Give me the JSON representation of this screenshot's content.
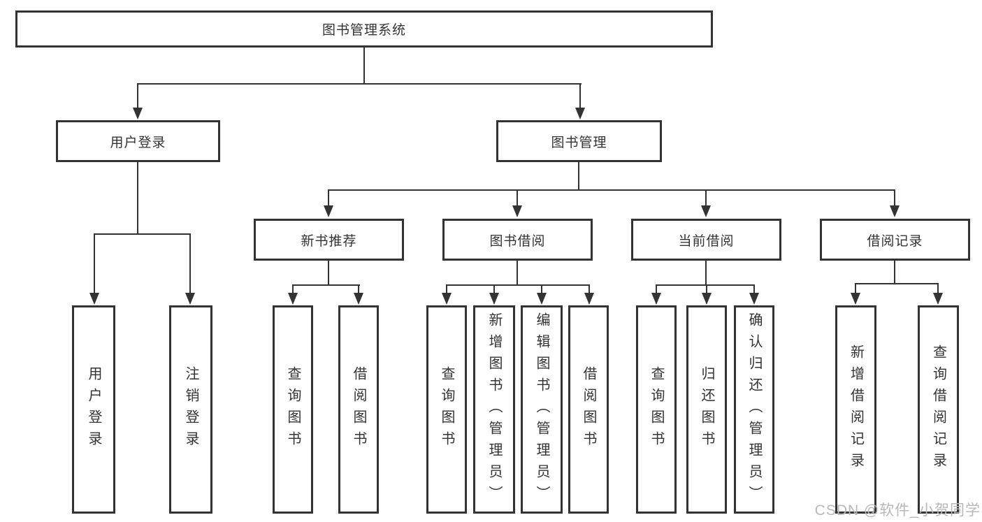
{
  "diagram": {
    "title": "图书管理系统",
    "root": "图书管理系统",
    "level2": [
      "用户登录",
      "图书管理"
    ],
    "level3": [
      "新书推荐",
      "图书借阅",
      "当前借阅",
      "借阅记录"
    ],
    "leaves": {
      "user_login": [
        "用户登录",
        "注销登录"
      ],
      "new_book": [
        "查询图书",
        "借阅图书"
      ],
      "book_borrow": [
        "查询图书",
        "新增图书（管理员）",
        "编辑图书（管理员）",
        "借阅图书"
      ],
      "current_borrow": [
        "查询图书",
        "归还图书",
        "确认归还（管理员）"
      ],
      "borrow_record": [
        "新增借阅记录",
        "查询借阅记录"
      ]
    },
    "watermark": "CSDN @软件_小贺同学",
    "colors": {
      "line": "#333333",
      "text": "#333333",
      "watermark": "#b8b8b8",
      "background": "#ffffff"
    }
  }
}
